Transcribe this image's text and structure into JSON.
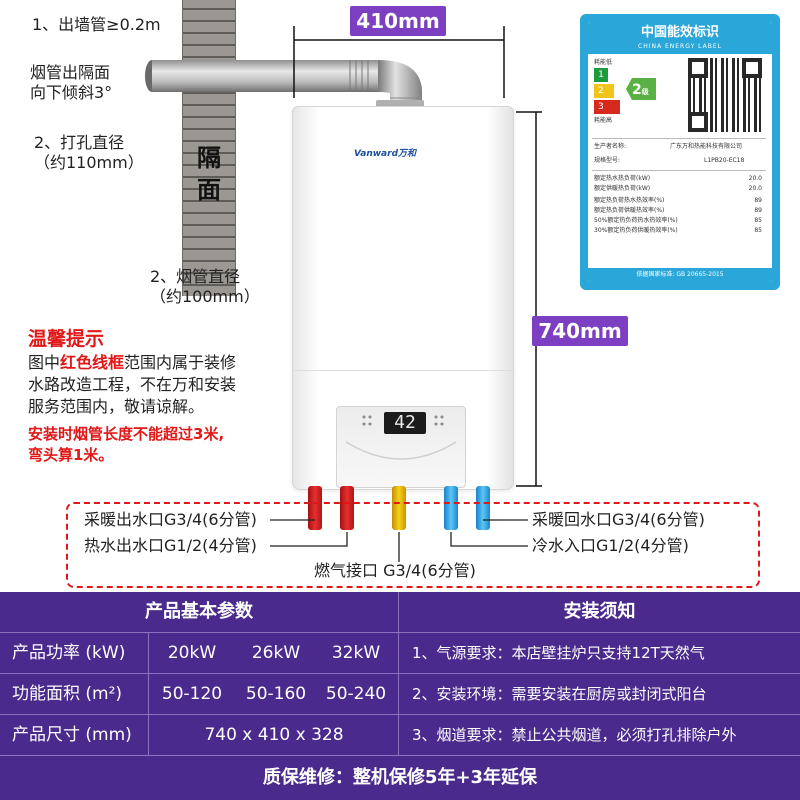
{
  "install_notes": {
    "wall_pipe": "1、出墙管≥0.2m",
    "tilt_line1": "烟管出隔面",
    "tilt_line2": "向下倾斜3°",
    "hole_line1": "2、打孔直径",
    "hole_line2": "（约110mm）",
    "pipe_line1": "2、烟管直径",
    "pipe_line2": "（约100mm）",
    "wall_char1": "隔",
    "wall_char2": "面"
  },
  "dimensions": {
    "width": "410mm",
    "height": "740mm"
  },
  "brand": {
    "logo_text": "Vanward万和"
  },
  "display": {
    "readout": "42"
  },
  "tip": {
    "title": "温馨提示",
    "line1_prefix": "图中",
    "line1_red": "红色线框",
    "line1_suffix": "范围内属于装修",
    "line2": "水路改造工程，不在万和安装",
    "line3": "服务范围内，敬请谅解。",
    "warn1": "安装时烟管长度不能超过3米,",
    "warn2": "弯头算1米。"
  },
  "pipes": {
    "heating_out": "采暖出水口G3/4(6分管)",
    "hot_out": "热水出水口G1/2(4分管)",
    "gas": "燃气接口 G3/4(6分管)",
    "heating_return": "采暖回水口G3/4(6分管)",
    "cold_in": "冷水入口G1/2(4分管)"
  },
  "energy_label": {
    "title_cn": "中国能效标识",
    "title_en": "CHINA  ENERGY  LABEL",
    "low": "耗能低",
    "high": "耗能高",
    "grades": [
      "1",
      "2",
      "3"
    ],
    "grade": "2",
    "grade_suffix": "级",
    "maker_key": "生产者名称:",
    "maker_val": "广东万和热能科技有限公司",
    "model_key": "规格型号:",
    "model_val": "L1PB20-EC18",
    "rows": [
      {
        "k": "额定热水热负荷(kW)",
        "v": "20.0"
      },
      {
        "k": "额定供暖热负荷(kW)",
        "v": "20.0"
      },
      {
        "k": "额定热负荷热水热效率(%)",
        "v": "89"
      },
      {
        "k": "额定热负荷供暖热效率(%)",
        "v": "89"
      },
      {
        "k": "50%额定热负荷热水热效率(%)",
        "v": "85"
      },
      {
        "k": "30%额定热负荷供暖热效率(%)",
        "v": "85"
      }
    ],
    "standard": "依据国家标准: GB 20665-2015"
  },
  "table": {
    "left_header": "产品基本参数",
    "right_header": "安装须知",
    "rows": [
      {
        "label": "产品功率 (kW)",
        "values": [
          "20kW",
          "26kW",
          "32kW"
        ],
        "note": "1、气源要求：本店壁挂炉只支持12T天然气"
      },
      {
        "label": "功能面积 (m²)",
        "values": [
          "50-120",
          "50-160",
          "50-240"
        ],
        "note": "2、安装环境：需要安装在厨房或封闭式阳台"
      },
      {
        "label": "产品尺寸 (mm)",
        "values": [
          "740 x 410 x 328"
        ],
        "note": "3、烟道要求：禁止公共烟道，必须打孔排除户外"
      }
    ],
    "warranty": "质保维修：整机保修5年+3年延保"
  },
  "colors": {
    "purple": "#4a2a8c",
    "badge": "#7d3fc1",
    "red": "#e01818",
    "label_blue": "#2aa7d8"
  }
}
